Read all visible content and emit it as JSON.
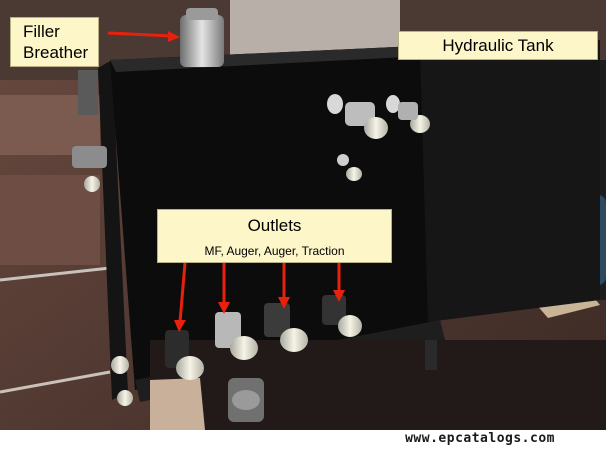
{
  "labels": {
    "filler_line1": "Filler",
    "filler_line2": "Breather",
    "tank": "Hydraulic Tank",
    "outlets_title": "Outlets",
    "outlets_list": "MF, Auger, Auger, Traction"
  },
  "footer": {
    "watermark": "www.epcatalogs.com"
  },
  "colors": {
    "label_bg": "#fdf6c8",
    "arrow": "#e8200e",
    "tank_body": "#0c0c0c"
  }
}
